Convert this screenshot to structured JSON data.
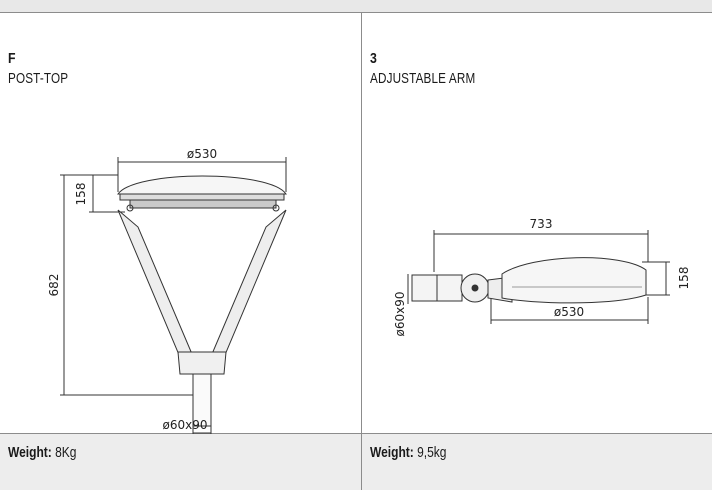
{
  "panels": [
    {
      "code": "F",
      "mount": "POST-TOP",
      "weight_label": "Weight:",
      "weight_value": "8Kg",
      "dimensions": {
        "diameter": "ø530",
        "height_top": "158",
        "height_total": "682",
        "spigot": "ø60x90"
      }
    },
    {
      "code": "3",
      "mount": "ADJUSTABLE ARM",
      "weight_label": "Weight:",
      "weight_value": "9,5kg",
      "dimensions": {
        "length": "733",
        "height": "158",
        "diameter": "ø530",
        "spigot": "ø60x90"
      }
    }
  ]
}
